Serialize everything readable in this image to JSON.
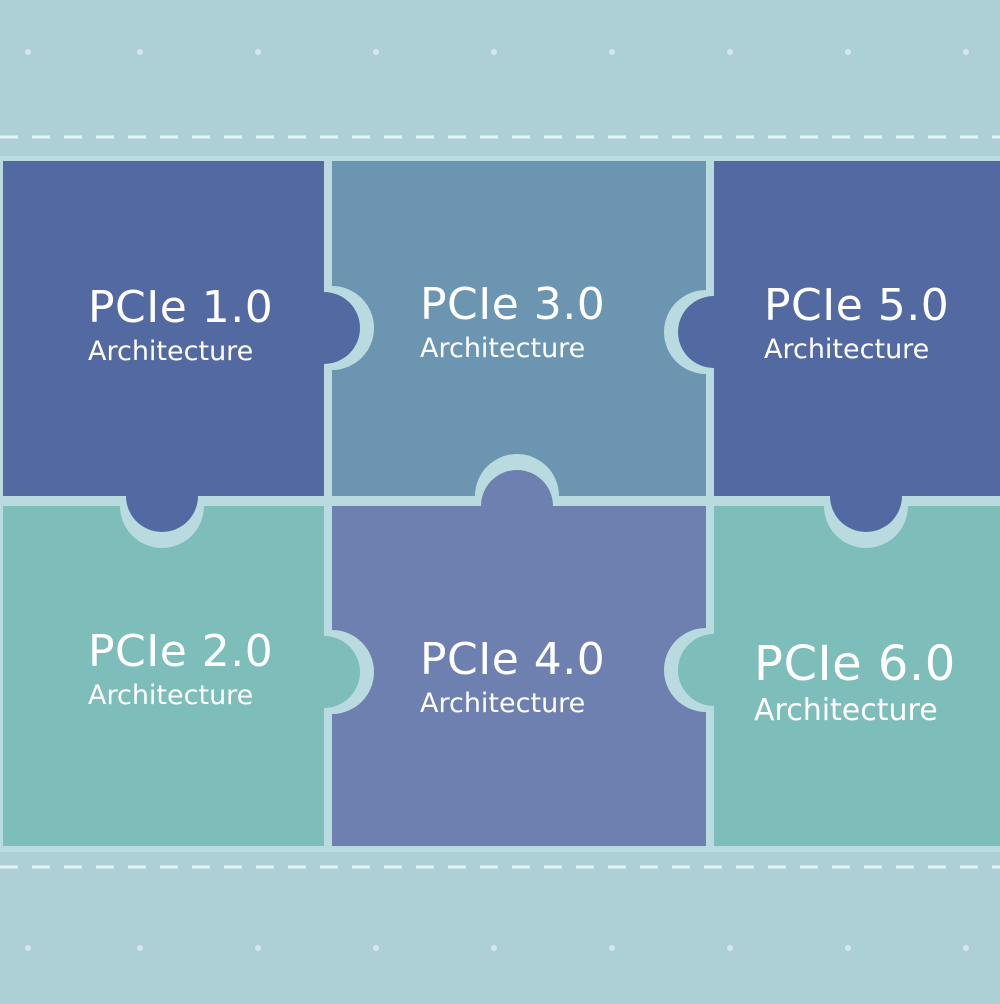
{
  "colors": {
    "background": "#acd0d6",
    "seam": "#b9dade",
    "dash": "#e6f3f4",
    "dark_blue": "#5369a2",
    "steel_blue": "#6b95b1",
    "periwinkle": "#6e80b0",
    "teal": "#7dbdba"
  },
  "pieces": [
    {
      "id": "pcie1",
      "title": "PCIe 1.0",
      "subtitle": "Architecture",
      "color_key": "dark_blue"
    },
    {
      "id": "pcie2",
      "title": "PCIe 2.0",
      "subtitle": "Architecture",
      "color_key": "teal"
    },
    {
      "id": "pcie3",
      "title": "PCIe 3.0",
      "subtitle": "Architecture",
      "color_key": "steel_blue"
    },
    {
      "id": "pcie4",
      "title": "PCIe 4.0",
      "subtitle": "Architecture",
      "color_key": "periwinkle"
    },
    {
      "id": "pcie5",
      "title": "PCIe 5.0",
      "subtitle": "Architecture",
      "color_key": "dark_blue"
    },
    {
      "id": "pcie6",
      "title": "PCIe 6.0",
      "subtitle": "Architecture",
      "color_key": "teal"
    }
  ]
}
